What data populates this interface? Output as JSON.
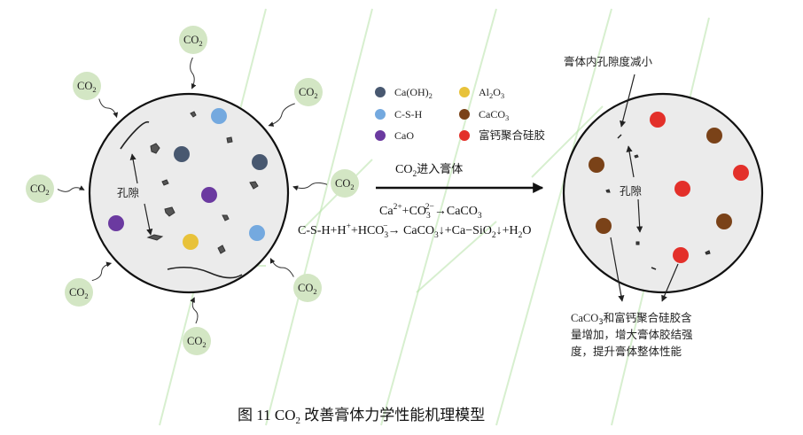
{
  "co2_label": {
    "main": "CO",
    "sub": "2"
  },
  "legend": {
    "items": [
      {
        "key": "caoh2",
        "label": "Ca(OH)",
        "sub": "2",
        "color": "#485870"
      },
      {
        "key": "al2o3",
        "label_parts": [
          "Al",
          "2",
          "O",
          "3"
        ],
        "color": "#e8c23a"
      },
      {
        "key": "csh",
        "label": "C-S-H",
        "color": "#74a9df"
      },
      {
        "key": "caco3",
        "label_parts": [
          "CaCO",
          "3"
        ],
        "color": "#7a4218"
      },
      {
        "key": "cao",
        "label": "CaO",
        "color": "#6b3aa0"
      },
      {
        "key": "gel",
        "label": "富钙聚合硅胶",
        "color": "#e3302a"
      }
    ]
  },
  "left_circle": {
    "pore_label": "孔隙"
  },
  "arrow": {
    "label_main": "CO",
    "label_sub": "2",
    "label_rest": "进入膏体"
  },
  "equations": {
    "eq1": {
      "parts": [
        "Ca",
        "2+",
        "+CO",
        "3",
        "2−",
        "→CaCO",
        "3"
      ]
    },
    "eq2": {
      "parts": [
        "C-S-H+H",
        "+",
        "+HCO",
        "3",
        "−",
        "→ CaCO",
        "3",
        "↓+Ca−SiO",
        "2",
        "↓+H",
        "2",
        "O"
      ]
    }
  },
  "right_circle": {
    "top_note": "膏体内孔隙度减小",
    "pore_label": "孔隙",
    "bottom_note": {
      "line1_parts": [
        "CaCO",
        "3",
        "和富钙聚合硅胶含"
      ],
      "line2": "量增加，增大膏体胶结强",
      "line3": "度，提升膏体整体性能"
    }
  },
  "caption": {
    "prefix": "图 11 CO",
    "sub": "2",
    "rest": " 改善膏体力学性能机理模型"
  },
  "colors": {
    "circle_fill": "#ebebeb",
    "co2_fill": "#d3e6c4",
    "particle_gray": "#555555"
  }
}
